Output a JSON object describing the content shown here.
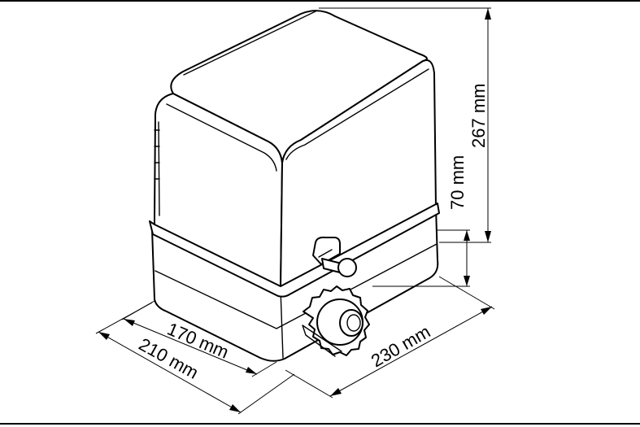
{
  "dimensions": {
    "height_total": "267 mm",
    "height_rack": "70 mm",
    "length": "230 mm",
    "width_body": "170 mm",
    "width_overall": "210 mm"
  }
}
